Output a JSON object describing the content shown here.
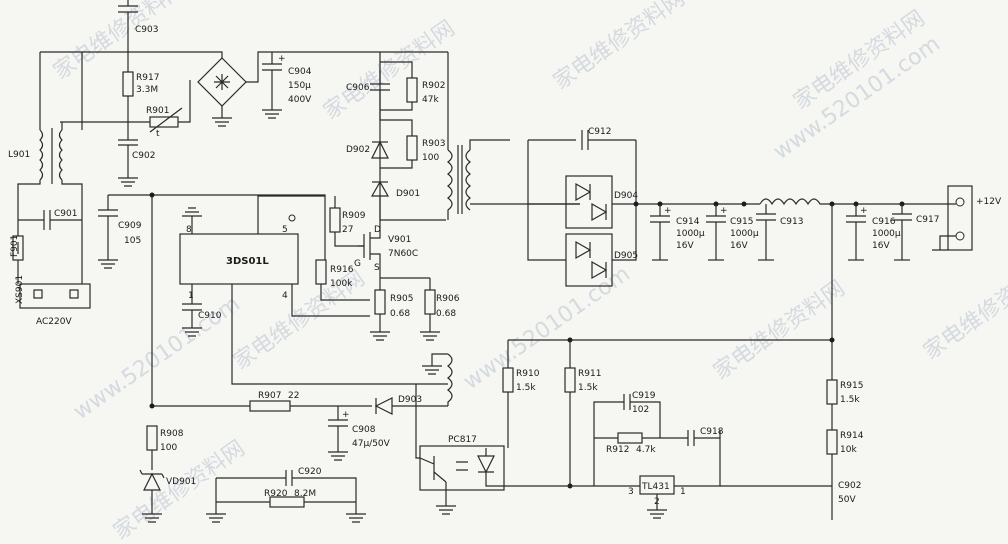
{
  "watermarks": [
    "家电维修资料网",
    "www.520101.com"
  ],
  "chip": {
    "name": "3DS01L",
    "pins": [
      "8",
      "5",
      "1",
      "4"
    ]
  },
  "optocoupler": "PC817",
  "regulator": {
    "name": "TL431",
    "pins": [
      "3",
      "2",
      "1"
    ]
  },
  "mosfet": {
    "ref": "V901",
    "part": "7N60C",
    "pins": [
      "G",
      "D",
      "S"
    ]
  },
  "input": {
    "ref": "XS901",
    "label": "AC220V",
    "fuse": "F901",
    "inductor": "L901"
  },
  "output": {
    "label": "+12V"
  },
  "components": {
    "C903": "C903",
    "R917": "R917",
    "R917v": "3.3M",
    "R901": "R901",
    "R901t": "t",
    "C902": "C902",
    "C901": "C901",
    "C909": "C909",
    "C909v": "105",
    "C904": "C904",
    "C904v1": "150μ",
    "C904v2": "400V",
    "C906": "C906",
    "R902": "R902",
    "R902v": "47k",
    "D902": "D902",
    "R903": "R903",
    "R903v": "100",
    "D901": "D901",
    "R909": "R909",
    "R909v": "27",
    "R916": "R916",
    "R916v": "100k",
    "R905": "R905",
    "R905v": "0.68",
    "R906": "R906",
    "R906v": "0.68",
    "C910": "C910",
    "R907": "R907",
    "R907v": "22",
    "D903": "D903",
    "C908": "C908",
    "C908v": "47μ/50V",
    "R908": "R908",
    "R908v": "100",
    "VD901": "VD901",
    "C920": "C920",
    "R920": "R920",
    "R920v": "8.2M",
    "C912": "C912",
    "D904": "D904",
    "D905": "D905",
    "C914": "C914",
    "C914v1": "1000μ",
    "C914v2": "16V",
    "C915": "C915",
    "C915v1": "1000μ",
    "C915v2": "16V",
    "C913": "C913",
    "C916": "C916",
    "C916v1": "1000μ",
    "C916v2": "16V",
    "C917": "C917",
    "R910": "R910",
    "R910v": "1.5k",
    "R911": "R911",
    "R911v": "1.5k",
    "C919": "C919",
    "C919v": "102",
    "R912": "R912",
    "R912v": "4.7k",
    "C918": "C918",
    "R915": "R915",
    "R915v": "1.5k",
    "R914": "R914",
    "R914v": "10k",
    "C902b": "C902",
    "C902bv": "50V"
  }
}
